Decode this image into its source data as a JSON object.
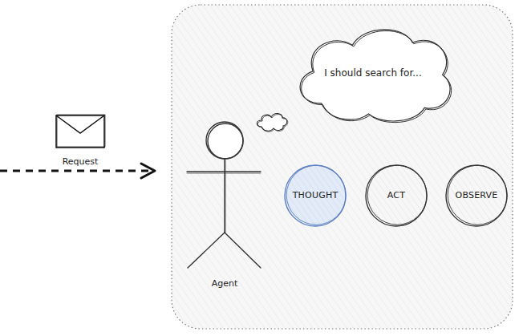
{
  "diagram": {
    "nodes": [
      {
        "text": [
          "Request"
        ]
      },
      {
        "text": [
          "Agent"
        ]
      },
      {
        "text": [
          "I should search for..."
        ]
      },
      {
        "text": [
          "THOUGHT"
        ]
      },
      {
        "text": [
          "ACT"
        ]
      },
      {
        "text": [
          "OBSERVE"
        ]
      }
    ]
  }
}
